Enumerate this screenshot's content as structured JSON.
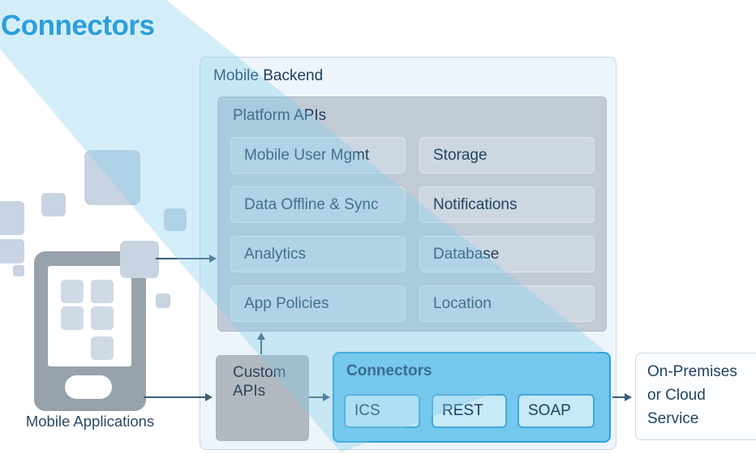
{
  "title": "Connectors",
  "colors": {
    "accent_blue": "#2b9fd9",
    "ribbon_blue": "rgba(125,203,238,0.33)",
    "connector_fill": "#74c7ed",
    "connector_border": "#2d9fd9",
    "platform_fill": "#c0cbd6",
    "platform_item_fill": "#ccd7e2",
    "custom_fill": "#b2b9c1",
    "phone_gray": "#97a2ac",
    "text_navy": "#24435f"
  },
  "mobile_backend": {
    "label": "Mobile Backend"
  },
  "platform_apis": {
    "label": "Platform APIs",
    "items": [
      "Mobile User Mgmt",
      "Storage",
      "Data Offline & Sync",
      "Notifications",
      "Analytics",
      "Database",
      "App Policies",
      "Location"
    ]
  },
  "custom_apis": {
    "label": "Custom APIs"
  },
  "connectors_box": {
    "label": "Connectors",
    "items": [
      "ICS",
      "REST",
      "SOAP"
    ]
  },
  "on_premises": {
    "lines": [
      "On-Premises",
      "or Cloud",
      "Service"
    ]
  },
  "mobile_applications": {
    "label": "Mobile Applications"
  }
}
